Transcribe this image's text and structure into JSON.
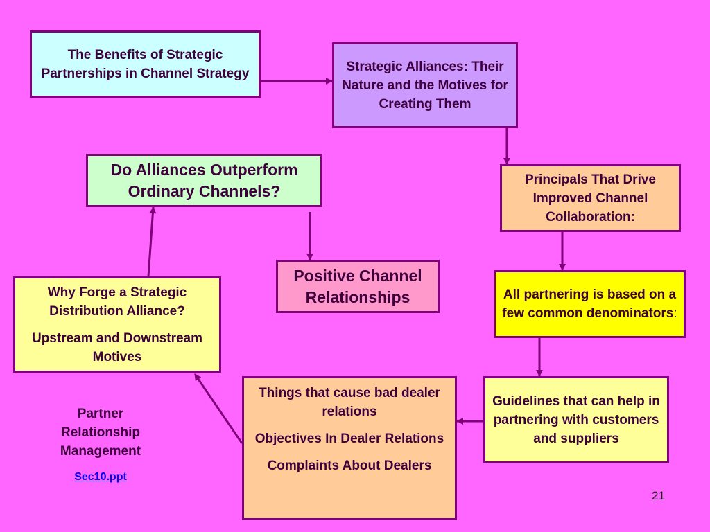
{
  "boxes": {
    "benefits": "The Benefits of Strategic Partnerships in Channel Strategy",
    "nature": "Strategic Alliances: Their Nature and the Motives for Creating Them",
    "outperform": "Do Alliances Outperform Ordinary Channels?",
    "principals": "Principals That Drive Improved Channel Collaboration:",
    "positive": "Positive Channel Relationships",
    "denominators_main": "All partnering is based on a few common denominators",
    "denominators_colon": ":",
    "why_forge": "Why Forge a Strategic Distribution Alliance?",
    "motives": "Upstream and Downstream Motives",
    "bad_relations": "Things that cause bad dealer relations",
    "objectives": "Objectives In Dealer Relations",
    "complaints": "Complaints About Dealers",
    "guidelines": "Guidelines that can help in partnering with customers and suppliers"
  },
  "footer": {
    "partner_mgmt": "Partner Relationship Management",
    "link": "Sec10.ppt",
    "page_number": "21"
  },
  "colors": {
    "background": "#ff66ff",
    "border": "#80007a",
    "cyan_box": "#ccffff",
    "lavender_box": "#cc99ff",
    "green_box": "#ccffcc",
    "peach_box": "#ffcc99",
    "pink_box": "#ff99cc",
    "yellow_box": "#ffff00",
    "light_yellow_box": "#ffff99"
  }
}
